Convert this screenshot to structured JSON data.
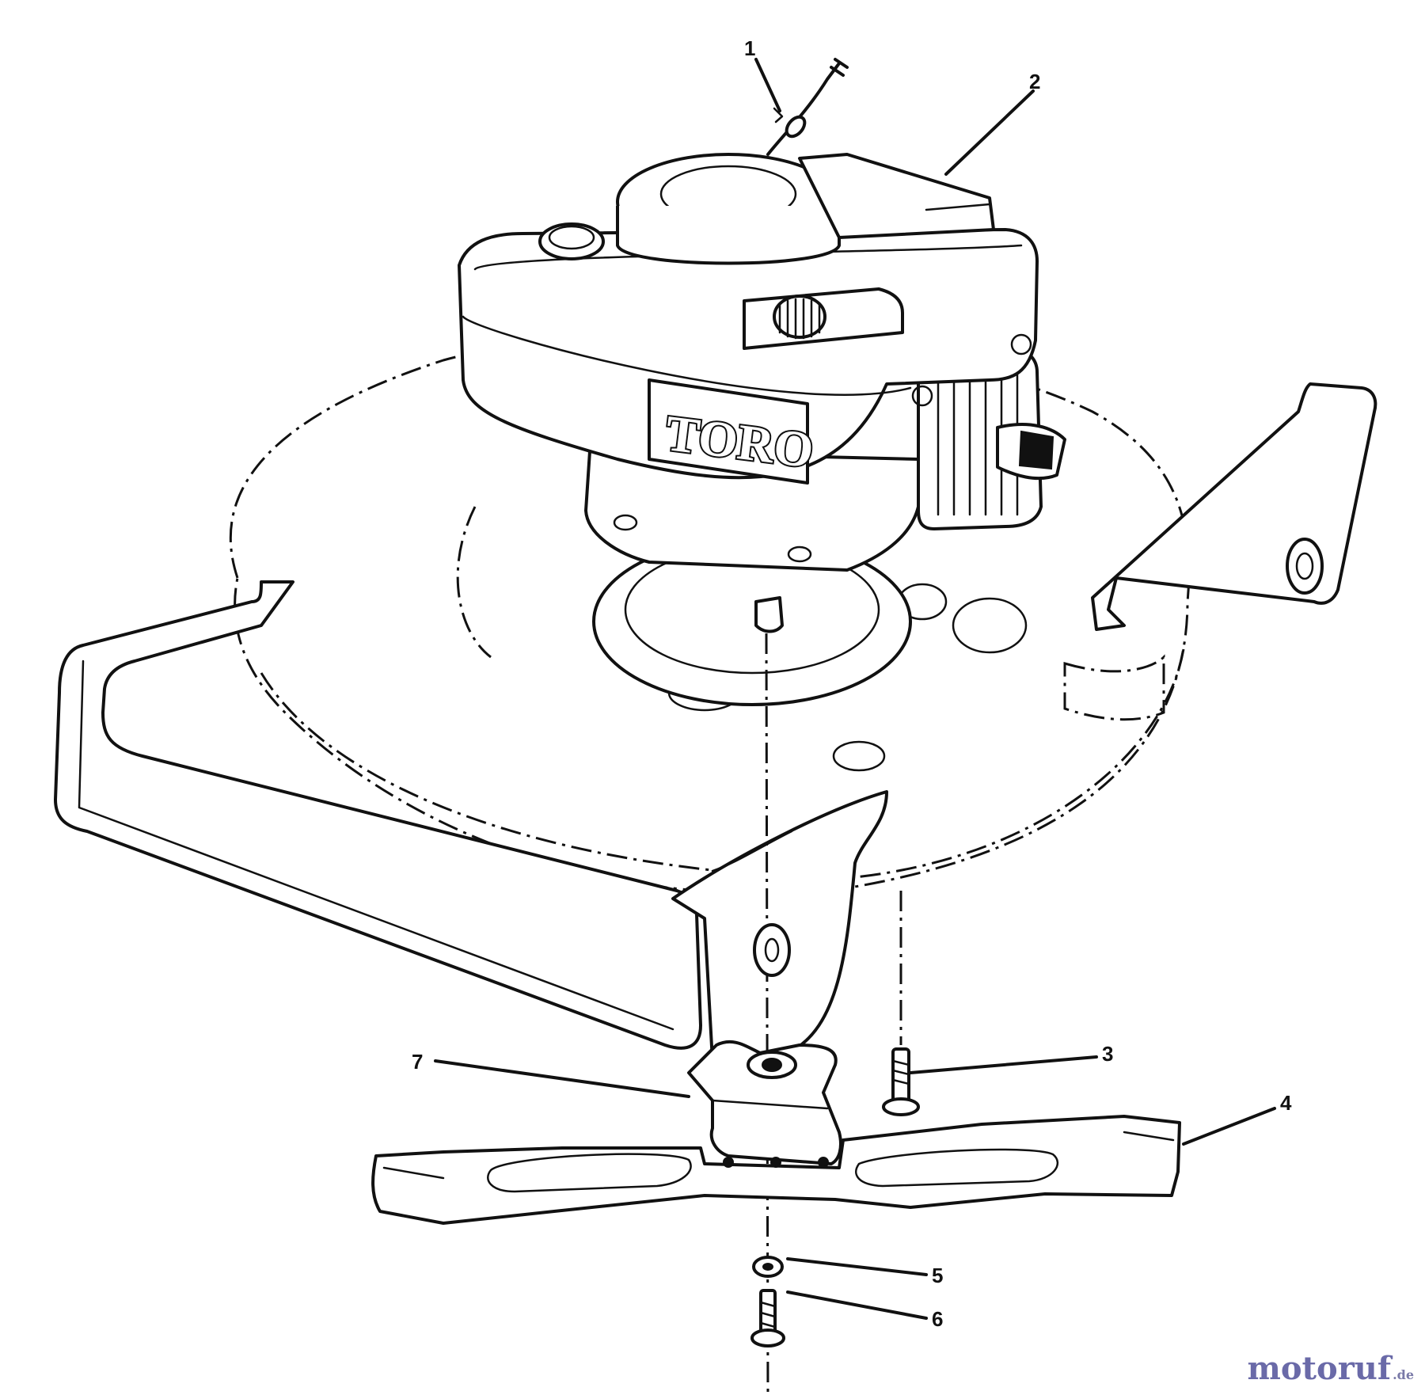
{
  "diagram": {
    "engine_brand": "TORO",
    "callouts": [
      "1",
      "2",
      "3",
      "4",
      "5",
      "6",
      "7"
    ]
  },
  "watermark": {
    "main": "motoruf",
    "suffix": ".de"
  }
}
